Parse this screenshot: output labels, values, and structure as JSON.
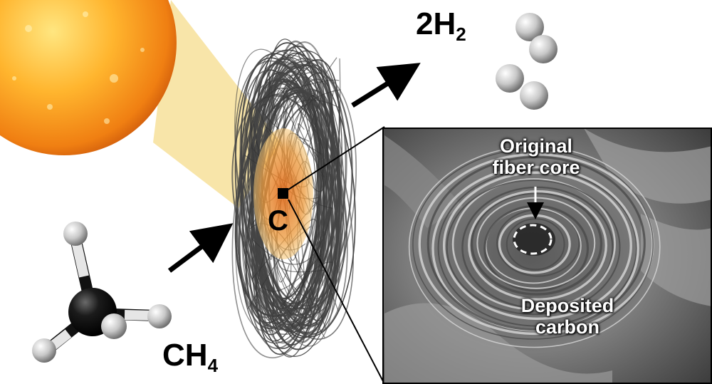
{
  "labels": {
    "product": "2H",
    "product_sub": "2",
    "reactant": "CH",
    "reactant_sub": "4",
    "carbon_symbol": "C",
    "sem_core_line1": "Original",
    "sem_core_line2": "fiber core",
    "sem_deposit_line1": "Deposited",
    "sem_deposit_line2": "carbon"
  },
  "colors": {
    "sun_core": "#ffd24a",
    "sun_edge": "#d9610c",
    "beam": "#f5dc8c",
    "hot_spot": "#e0781e",
    "fiber": "#444444",
    "atom_carbon": "#111111",
    "atom_hydrogen": "#cccccc",
    "arrow": "#000000"
  },
  "icons": [
    "sun-icon",
    "methane-molecule-icon",
    "hydrogen-molecule-icon",
    "fiber-disk-icon",
    "arrow-icon"
  ]
}
